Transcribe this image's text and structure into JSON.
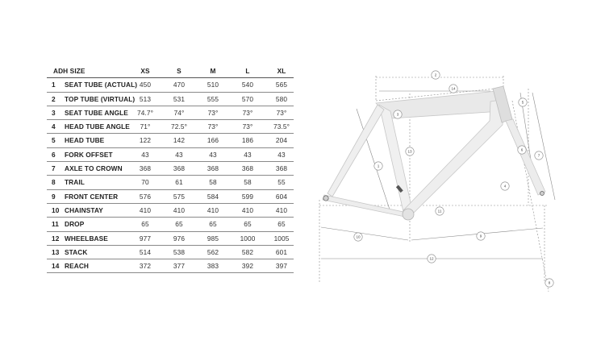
{
  "table": {
    "header": {
      "label": "ADH SIZE",
      "sizes": [
        "XS",
        "S",
        "M",
        "L",
        "XL"
      ]
    },
    "rows": [
      {
        "num": "1",
        "label": "SEAT TUBE (ACTUAL)",
        "values": [
          "450",
          "470",
          "510",
          "540",
          "565"
        ]
      },
      {
        "num": "2",
        "label": "TOP TUBE (VIRTUAL)",
        "values": [
          "513",
          "531",
          "555",
          "570",
          "580"
        ]
      },
      {
        "num": "3",
        "label": "SEAT TUBE ANGLE",
        "values": [
          "74.7°",
          "74°",
          "73°",
          "73°",
          "73°"
        ]
      },
      {
        "num": "4",
        "label": "HEAD TUBE ANGLE",
        "values": [
          "71°",
          "72.5°",
          "73°",
          "73°",
          "73.5°"
        ]
      },
      {
        "num": "5",
        "label": "HEAD TUBE",
        "values": [
          "122",
          "142",
          "166",
          "186",
          "204"
        ]
      },
      {
        "num": "6",
        "label": "FORK OFFSET",
        "values": [
          "43",
          "43",
          "43",
          "43",
          "43"
        ]
      },
      {
        "num": "7",
        "label": "AXLE TO CROWN",
        "values": [
          "368",
          "368",
          "368",
          "368",
          "368"
        ]
      },
      {
        "num": "8",
        "label": "TRAIL",
        "values": [
          "70",
          "61",
          "58",
          "58",
          "55"
        ]
      },
      {
        "num": "9",
        "label": "FRONT CENTER",
        "values": [
          "576",
          "575",
          "584",
          "599",
          "604"
        ]
      },
      {
        "num": "10",
        "label": "CHAINSTAY",
        "values": [
          "410",
          "410",
          "410",
          "410",
          "410"
        ]
      },
      {
        "num": "11",
        "label": "DROP",
        "values": [
          "65",
          "65",
          "65",
          "65",
          "65"
        ]
      },
      {
        "num": "12",
        "label": "WHEELBASE",
        "values": [
          "977",
          "976",
          "985",
          "1000",
          "1005"
        ]
      },
      {
        "num": "13",
        "label": "STACK",
        "values": [
          "514",
          "538",
          "562",
          "582",
          "601"
        ]
      },
      {
        "num": "14",
        "label": "REACH",
        "values": [
          "372",
          "377",
          "383",
          "392",
          "397"
        ]
      }
    ]
  },
  "diagram": {
    "markers": [
      "1",
      "2",
      "3",
      "4",
      "5",
      "6",
      "7",
      "8",
      "9",
      "10",
      "11",
      "12",
      "13",
      "14"
    ]
  }
}
